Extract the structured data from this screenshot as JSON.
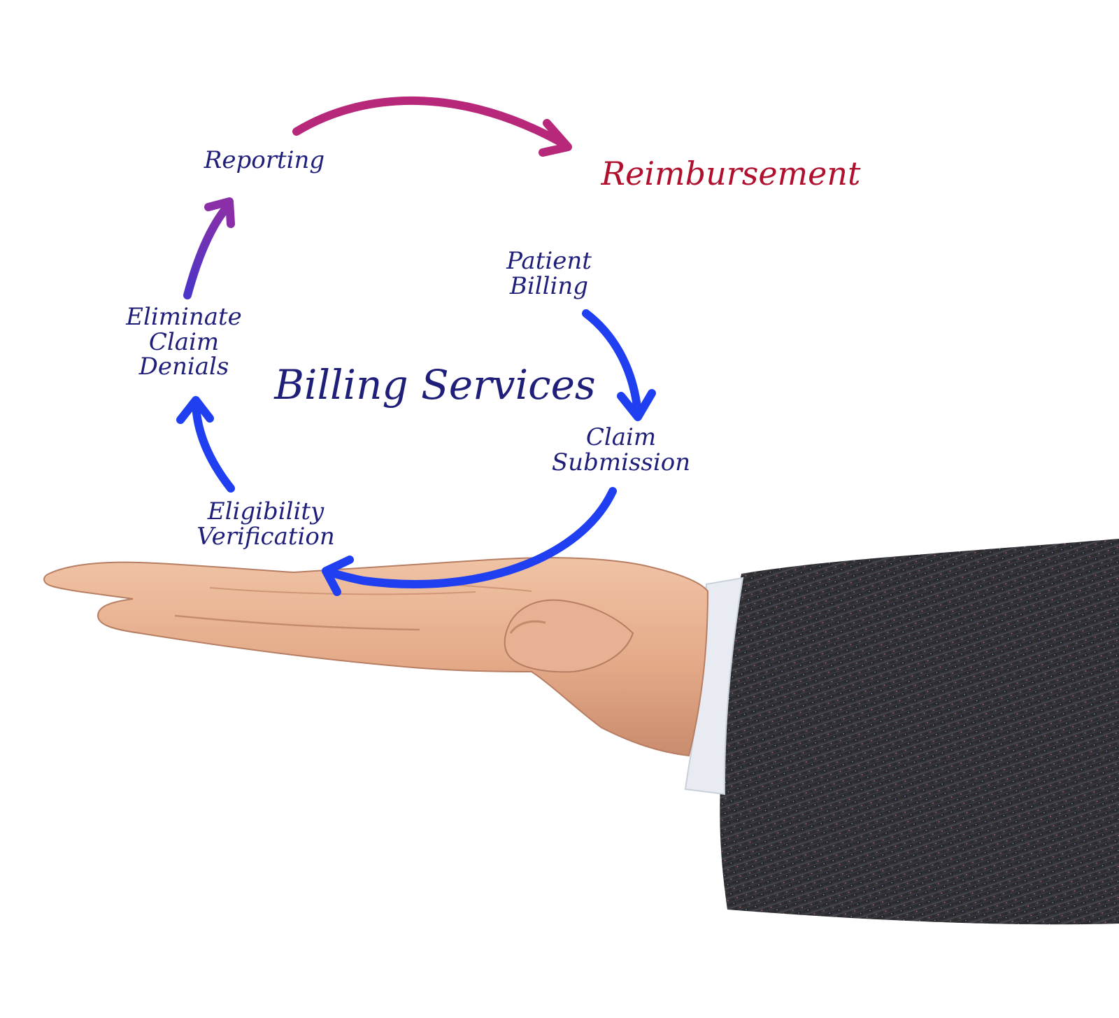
{
  "diagram": {
    "center_title": "Billing Services",
    "steps": [
      {
        "id": "patient-billing",
        "lines": [
          "Patient",
          "Billing"
        ]
      },
      {
        "id": "claim-submission",
        "lines": [
          "Claim",
          "Submission"
        ]
      },
      {
        "id": "eligibility-verification",
        "lines": [
          "Eligibility",
          "Verification"
        ]
      },
      {
        "id": "eliminate-claim-denials",
        "lines": [
          "Eliminate",
          "Claim",
          "Denials"
        ]
      },
      {
        "id": "reporting",
        "lines": [
          "Reporting"
        ]
      }
    ],
    "outcome": "Reimbursement"
  },
  "colors": {
    "background": "#ffffff",
    "label_text": "#1f1f7a",
    "outcome_text": "#b0102e",
    "arrow_blue": "#1f3ff0",
    "arrow_purple": "#6a2fb8",
    "arrow_magenta": "#b8287a",
    "skin": "#e7b08f",
    "shirt_cuff": "#e8ecf2",
    "sleeve": "#2e2e33"
  },
  "icons": [
    "curved-arrow-icon",
    "open-hand-illustration",
    "suit-sleeve-illustration"
  ]
}
